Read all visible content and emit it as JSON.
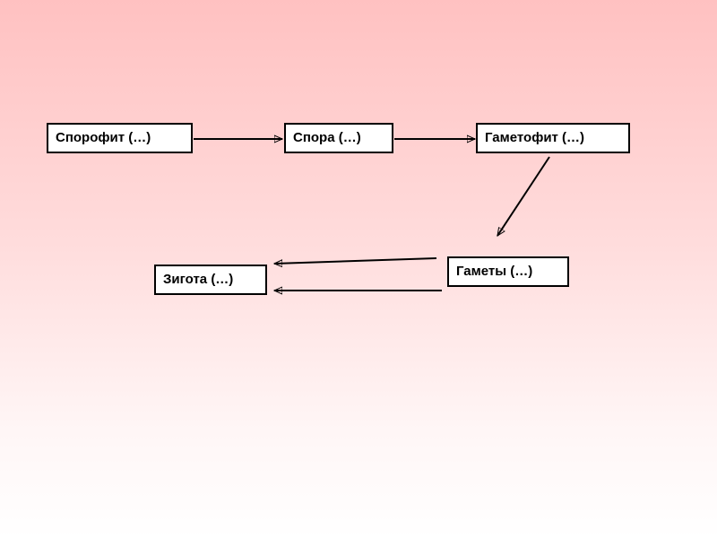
{
  "nodes": {
    "sporophyte": "Спорофит (…)",
    "spore": "Спора (…)",
    "gametophyte": "Гаметофит (…)",
    "gametes": "Гаметы (…)",
    "zygote": "Зигота (…)"
  },
  "colors": {
    "stroke": "#000000",
    "box_fill": "#ffffff",
    "background_top": "#ffc1c1",
    "background_bottom": "#ffffff"
  }
}
